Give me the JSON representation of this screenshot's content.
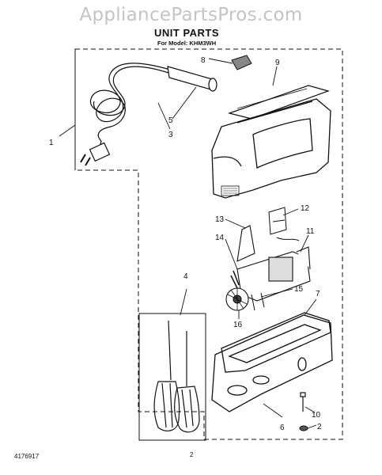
{
  "watermark": "AppliancePartsPros.com",
  "title": "UNIT PARTS",
  "model_line": "For Model: KHM3WH",
  "callouts": [
    "1",
    "2",
    "3",
    "4",
    "5",
    "6",
    "7",
    "8",
    "9",
    "10",
    "11",
    "12",
    "13",
    "14",
    "15",
    "16"
  ],
  "footer": {
    "doc_number": "4176917",
    "page_number": "2"
  }
}
